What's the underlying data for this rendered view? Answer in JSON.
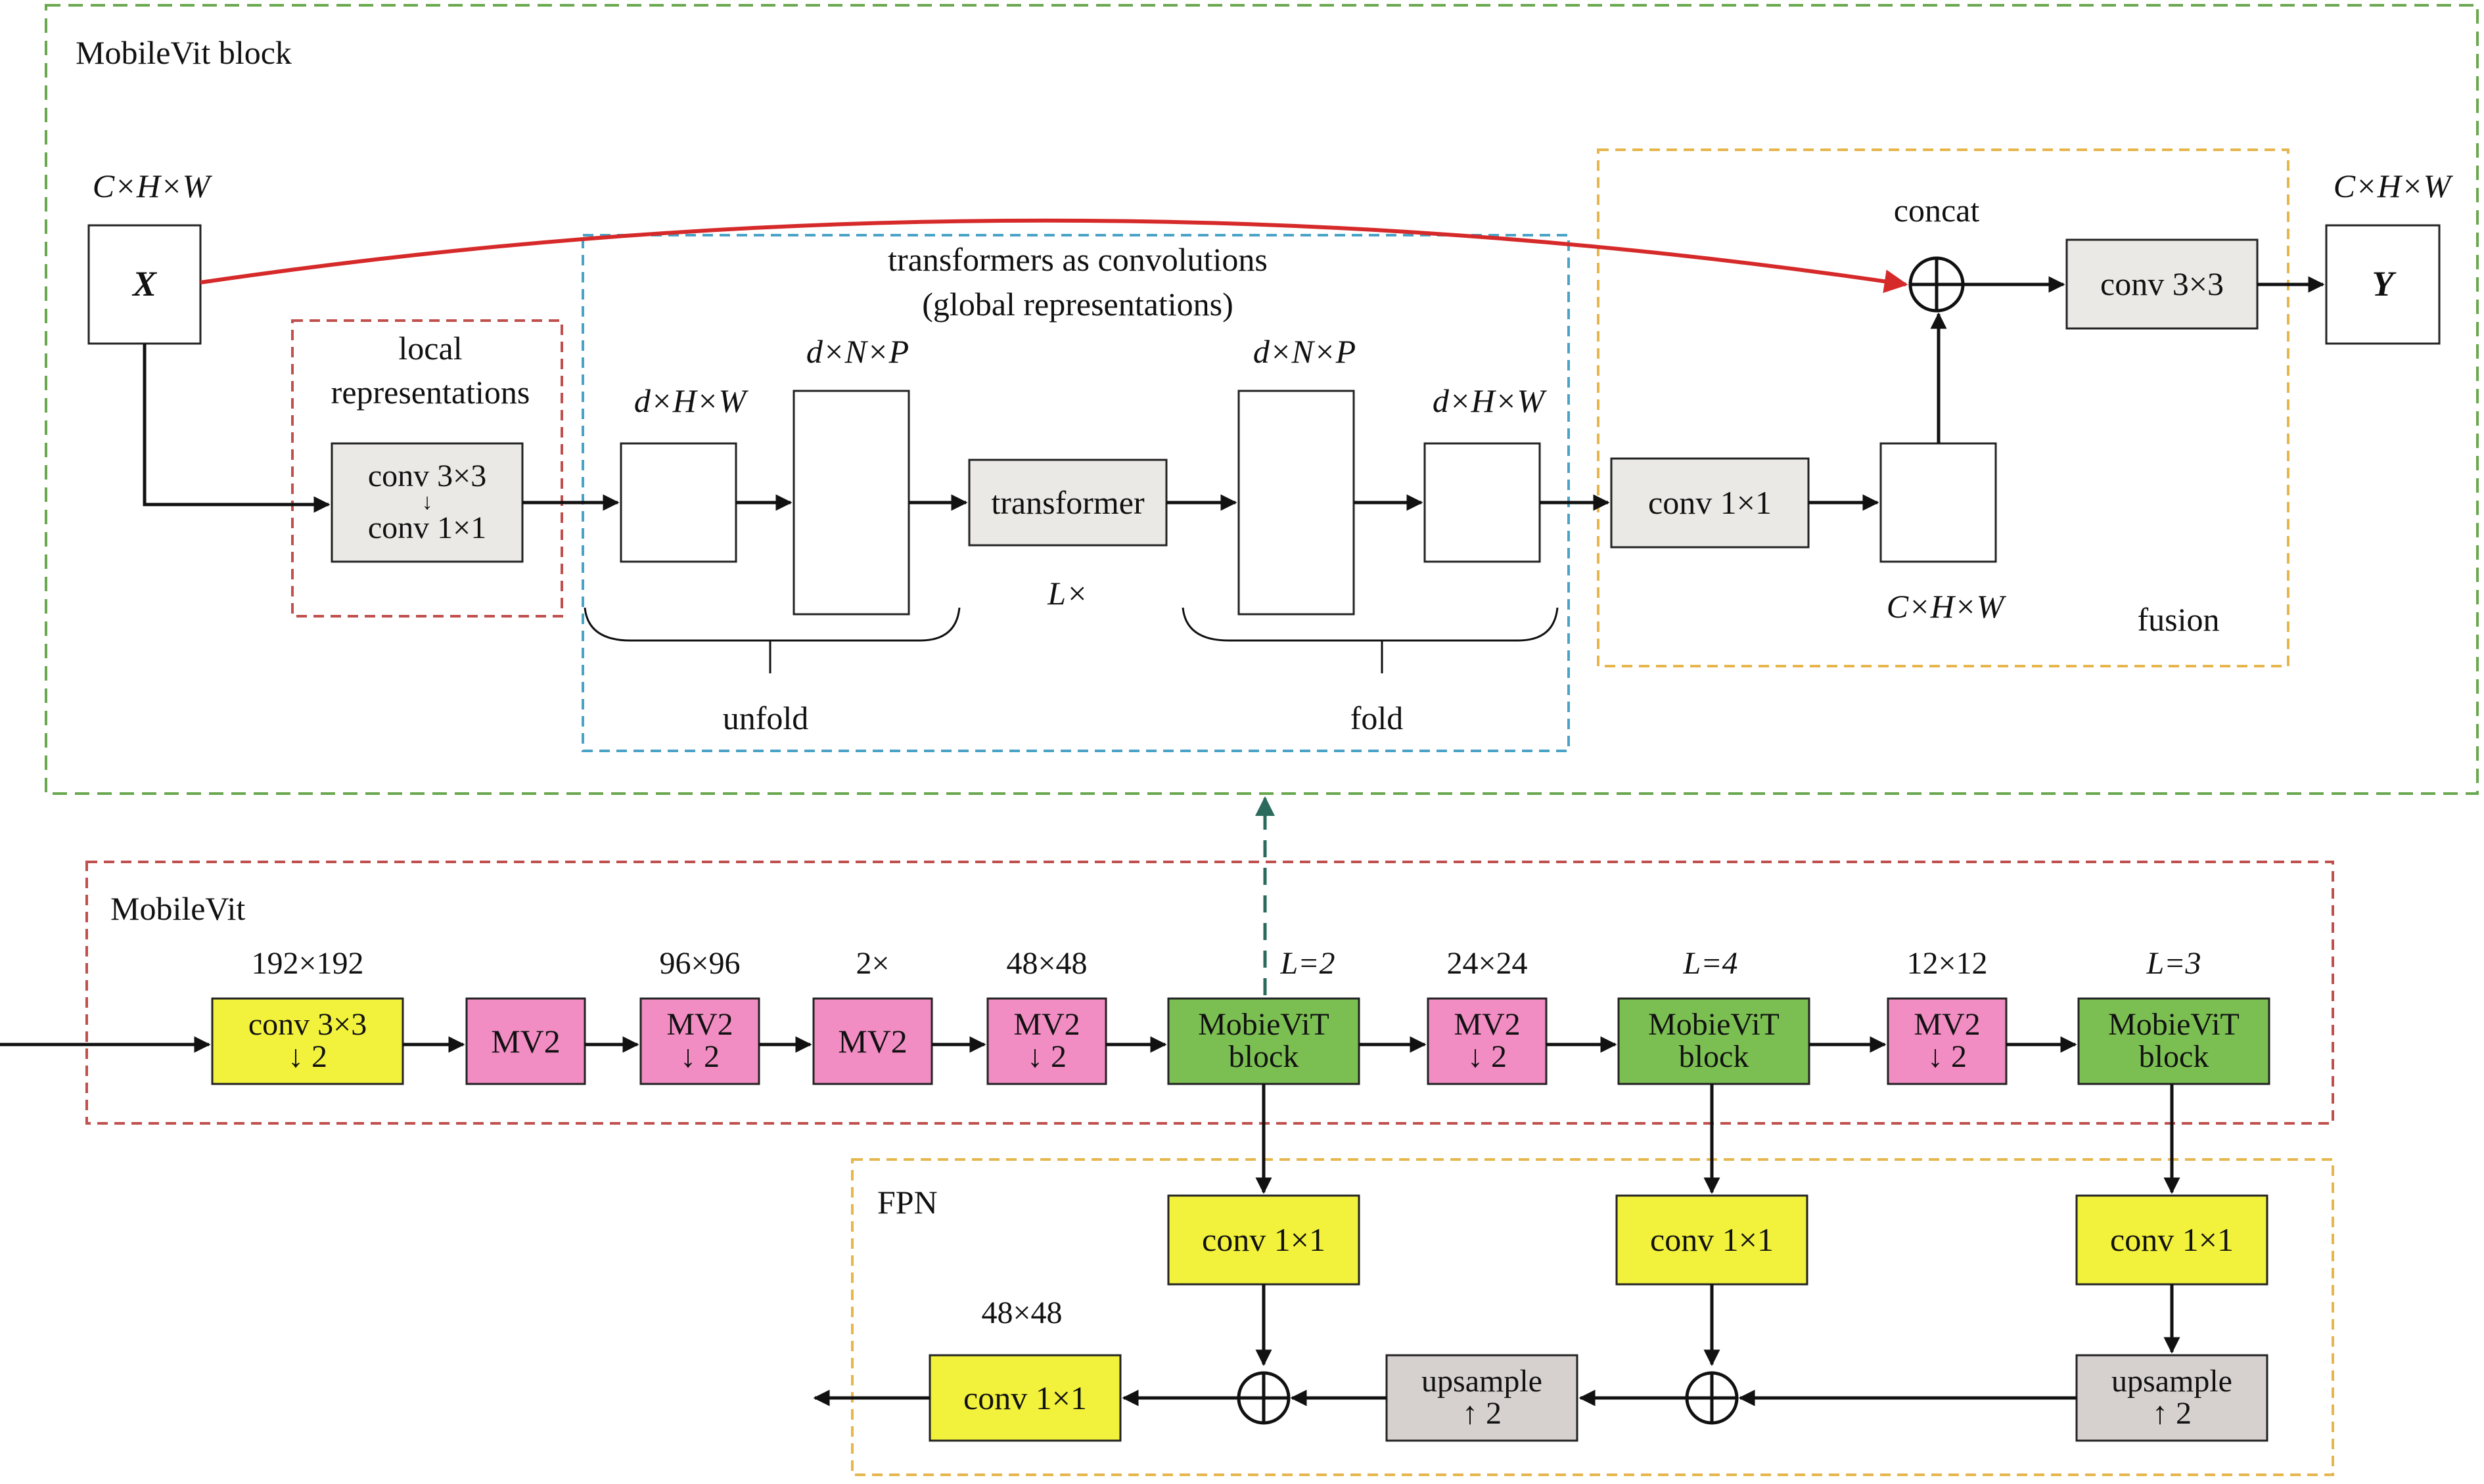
{
  "colors": {
    "outer_frame": "#6aa84f",
    "local_frame": "#c0504d",
    "transformer_frame": "#4aa3c7",
    "fusion_frame": "#e6b64c",
    "mobilevit_frame": "#c0504d",
    "fpn_frame": "#e6b64c",
    "yellow": "#f2f23c",
    "pink": "#f28dc4",
    "green": "#7bbf52",
    "gray": "#ebe9e6",
    "upsample_gray": "#d6d1cf",
    "skip_arrow": "#d62a2a",
    "dashed_arrow": "#2b6b5e"
  },
  "top": {
    "frame_title": "MobileVit block",
    "input_dim": "C×H×W",
    "input_label": "X",
    "output_dim": "C×H×W",
    "output_label": "Y",
    "local_title_1": "local",
    "local_title_2": "representations",
    "local_conv_a": "conv 3×3",
    "local_arrow": "↓",
    "local_conv_b": "conv 1×1",
    "transformer_title_1": "transformers as convolutions",
    "transformer_title_2": "(global representations)",
    "dim_dhw_1": "d×H×W",
    "dim_dnp_1": "d×N×P",
    "transformer_label": "transformer",
    "repeat_label": "L×",
    "dim_dnp_2": "d×N×P",
    "dim_dhw_2": "d×H×W",
    "unfold_label": "unfold",
    "fold_label": "fold",
    "fusion_conv1": "conv 1×1",
    "fusion_dim": "C×H×W",
    "fusion_label": "fusion",
    "concat_label": "concat",
    "fusion_conv3": "conv 3×3"
  },
  "backbone": {
    "frame_title": "MobileVit",
    "dims": [
      "192×192",
      "96×96",
      "2×",
      "48×48",
      "L=2",
      "24×24",
      "L=4",
      "12×12",
      "L=3"
    ],
    "blocks": [
      {
        "line1": "conv 3×3",
        "line2": "↓ 2"
      },
      {
        "line1": "MV2",
        "line2": ""
      },
      {
        "line1": "MV2",
        "line2": "↓ 2"
      },
      {
        "line1": "MV2",
        "line2": ""
      },
      {
        "line1": "MV2",
        "line2": "↓ 2"
      },
      {
        "line1": "MobieViT",
        "line2": "block"
      },
      {
        "line1": "MV2",
        "line2": "↓ 2"
      },
      {
        "line1": "MobieViT",
        "line2": "block"
      },
      {
        "line1": "MV2",
        "line2": "↓ 2"
      },
      {
        "line1": "MobieViT",
        "line2": "block"
      }
    ]
  },
  "fpn": {
    "frame_title": "FPN",
    "conv_a": "conv 1×1",
    "conv_b": "conv 1×1",
    "conv_c": "conv 1×1",
    "upsample_1_line1": "upsample",
    "upsample_1_line2": "↑ 2",
    "upsample_2_line1": "upsample",
    "upsample_2_line2": "↑ 2",
    "output_conv": "conv 1×1",
    "output_dim": "48×48"
  }
}
